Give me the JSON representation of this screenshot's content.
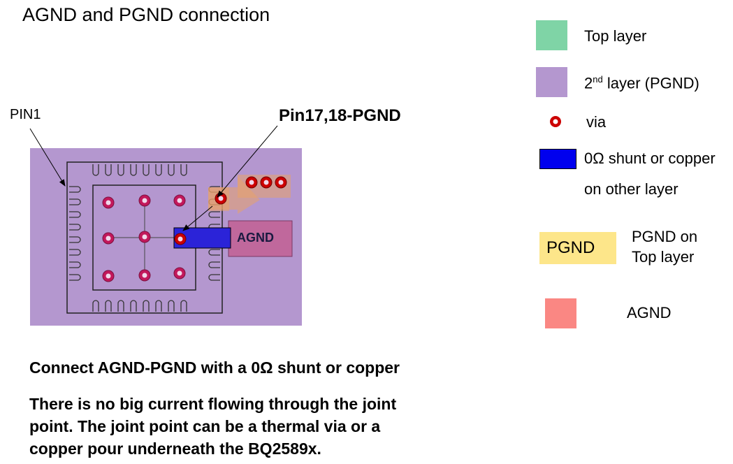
{
  "title": "AGND and PGND connection",
  "diagram": {
    "pin1_label": "PIN1",
    "pgnd_pin_label": "Pin17,18-PGND",
    "agnd_pad_label": "AGND"
  },
  "legend": {
    "top_layer": "Top layer",
    "second_layer_prefix": "2",
    "second_layer_sup": "nd",
    "second_layer_suffix": " layer (PGND)",
    "via": "via",
    "shunt_line1": "0Ω shunt or copper",
    "shunt_line2": "on other layer",
    "pgnd_box": "PGND",
    "pgnd_top_line1": "PGND on",
    "pgnd_top_line2": "Top layer",
    "agnd": "AGND",
    "colors": {
      "top_layer": "#7fd4a6",
      "second_layer": "#b497cf",
      "via": "#cc0000",
      "shunt": "#0000ee",
      "pgnd_top": "#fde68a",
      "agnd": "#fa8783"
    }
  },
  "body": {
    "line1": "Connect AGND-PGND with a 0Ω shunt or copper",
    "para_line1": "There is no big current flowing through the joint",
    "para_line2": "point. The joint point can be a thermal via or a",
    "para_line3": "copper pour underneath the BQ2589x."
  }
}
